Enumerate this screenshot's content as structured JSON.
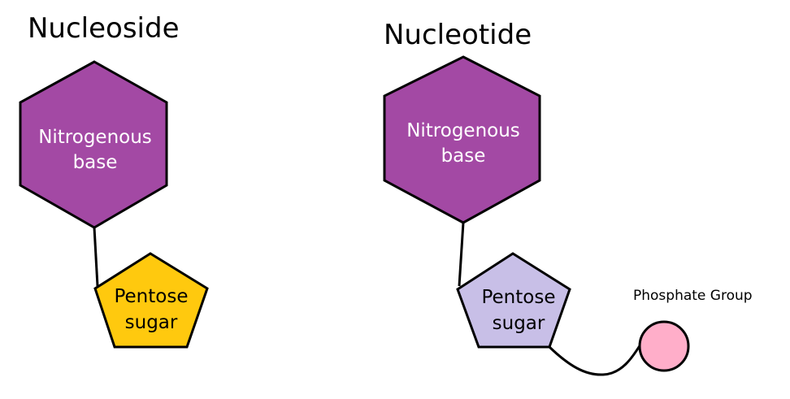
{
  "nucleoside": {
    "title": "Nucleoside",
    "base_line1": "Nitrogenous",
    "base_line2": "base",
    "sugar_line1": "Pentose",
    "sugar_line2": "sugar"
  },
  "nucleotide": {
    "title": "Nucleotide",
    "base_line1": "Nitrogenous",
    "base_line2": "base",
    "sugar_line1": "Pentose",
    "sugar_line2": "sugar",
    "phosphate_label": "Phosphate Group"
  },
  "colors": {
    "base": "#a349a4",
    "nucleoside_sugar": "#ffc90e",
    "nucleotide_sugar": "#c8bfe7",
    "phosphate": "#ffaec9"
  }
}
